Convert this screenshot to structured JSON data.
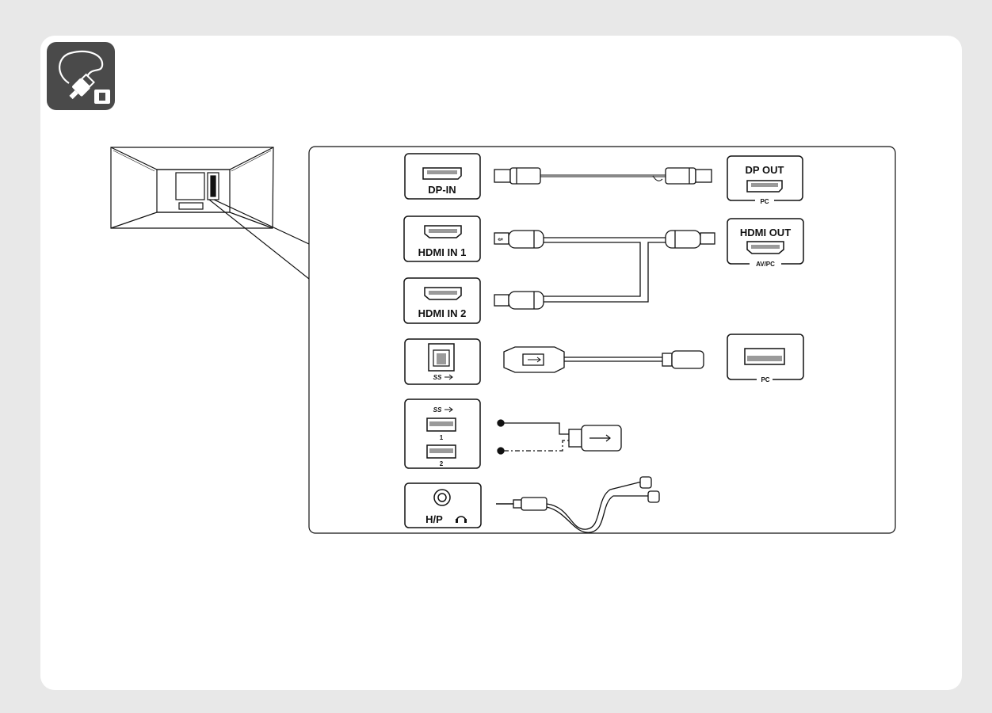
{
  "header": {
    "icon": "cable-connection-icon"
  },
  "ports": {
    "dp_in": "DP-IN",
    "hdmi_in_1": "HDMI IN 1",
    "hdmi_in_2": "HDMI IN 2",
    "usb_upstream_mark": "SS",
    "usb_downstream_mark": "SS",
    "usb_down_1": "1",
    "usb_down_2": "2",
    "headphone": "H/P"
  },
  "devices": {
    "dp_out_title": "DP OUT",
    "dp_out_sub": "PC",
    "hdmi_out_title": "HDMI OUT",
    "hdmi_out_sub": "AV/PC",
    "usb_pc_sub": "PC"
  },
  "colors": {
    "page_bg": "#e8e8e8",
    "card_bg": "#ffffff",
    "icon_bg": "#4a4a4a",
    "line": "#111111",
    "port_fill": "#9a9a9a"
  }
}
